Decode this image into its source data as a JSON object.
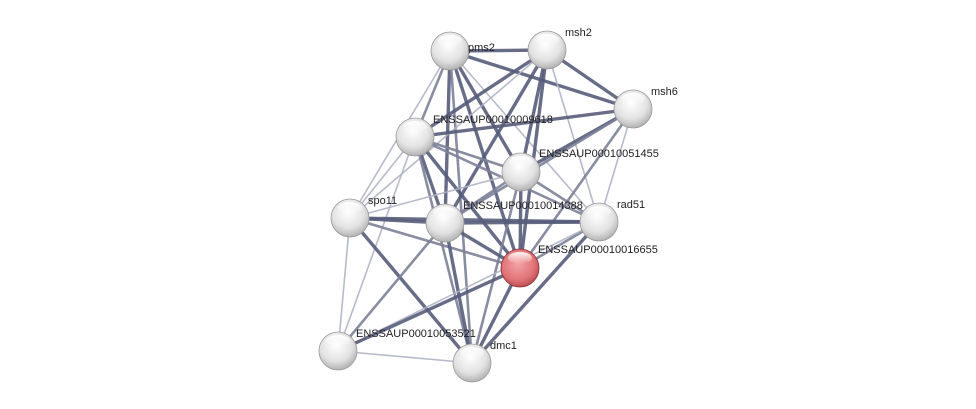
{
  "network": {
    "nodes": [
      {
        "id": "pms2",
        "label": "pms2",
        "color": "#e0e0e0"
      },
      {
        "id": "msh2",
        "label": "msh2",
        "color": "#e0e0e0"
      },
      {
        "id": "msh6",
        "label": "msh6",
        "color": "#e0e0e0"
      },
      {
        "id": "n9618",
        "label": "ENSSAUP00010009618",
        "color": "#e0e0e0"
      },
      {
        "id": "n51455",
        "label": "ENSSAUP00010051455",
        "color": "#e0e0e0"
      },
      {
        "id": "spo11",
        "label": "spo11",
        "color": "#e0e0e0"
      },
      {
        "id": "n14388",
        "label": "ENSSAUP00010014388",
        "color": "#e0e0e0"
      },
      {
        "id": "rad51",
        "label": "rad51",
        "color": "#e0e0e0"
      },
      {
        "id": "n16655",
        "label": "ENSSAUP00010016655",
        "color": "#d9585c",
        "query": true
      },
      {
        "id": "n53521",
        "label": "ENSSAUP00010053521",
        "color": "#e0e0e0"
      },
      {
        "id": "dmc1",
        "label": "dmc1",
        "color": "#e0e0e0"
      }
    ],
    "edges": [
      [
        "pms2",
        "msh2",
        3
      ],
      [
        "pms2",
        "msh6",
        3
      ],
      [
        "pms2",
        "n9618",
        2
      ],
      [
        "pms2",
        "n51455",
        3
      ],
      [
        "pms2",
        "n14388",
        3
      ],
      [
        "pms2",
        "n16655",
        3
      ],
      [
        "pms2",
        "rad51",
        1
      ],
      [
        "pms2",
        "spo11",
        1
      ],
      [
        "pms2",
        "dmc1",
        2
      ],
      [
        "msh2",
        "msh6",
        3
      ],
      [
        "msh2",
        "n9618",
        3
      ],
      [
        "msh2",
        "n51455",
        3
      ],
      [
        "msh2",
        "n14388",
        3
      ],
      [
        "msh2",
        "n16655",
        3
      ],
      [
        "msh2",
        "rad51",
        1
      ],
      [
        "msh2",
        "spo11",
        1
      ],
      [
        "msh6",
        "n9618",
        3
      ],
      [
        "msh6",
        "n51455",
        3
      ],
      [
        "msh6",
        "n14388",
        2
      ],
      [
        "msh6",
        "n16655",
        2
      ],
      [
        "msh6",
        "rad51",
        1
      ],
      [
        "n9618",
        "n51455",
        2
      ],
      [
        "n9618",
        "n14388",
        3
      ],
      [
        "n9618",
        "n16655",
        3
      ],
      [
        "n9618",
        "rad51",
        2
      ],
      [
        "n9618",
        "spo11",
        1
      ],
      [
        "n9618",
        "dmc1",
        2
      ],
      [
        "n9618",
        "n53521",
        1
      ],
      [
        "n51455",
        "n14388",
        2
      ],
      [
        "n51455",
        "n16655",
        3
      ],
      [
        "n51455",
        "rad51",
        2
      ],
      [
        "n51455",
        "spo11",
        1
      ],
      [
        "n51455",
        "dmc1",
        2
      ],
      [
        "spo11",
        "n14388",
        3
      ],
      [
        "spo11",
        "rad51",
        3
      ],
      [
        "spo11",
        "n16655",
        2
      ],
      [
        "spo11",
        "dmc1",
        3
      ],
      [
        "spo11",
        "n53521",
        1
      ],
      [
        "n14388",
        "rad51",
        3
      ],
      [
        "n14388",
        "n16655",
        3
      ],
      [
        "n14388",
        "dmc1",
        3
      ],
      [
        "n14388",
        "n53521",
        2
      ],
      [
        "rad51",
        "n16655",
        2
      ],
      [
        "rad51",
        "dmc1",
        3
      ],
      [
        "rad51",
        "n53521",
        1
      ],
      [
        "n16655",
        "dmc1",
        3
      ],
      [
        "n16655",
        "n53521",
        3
      ],
      [
        "n53521",
        "dmc1",
        1
      ]
    ]
  }
}
